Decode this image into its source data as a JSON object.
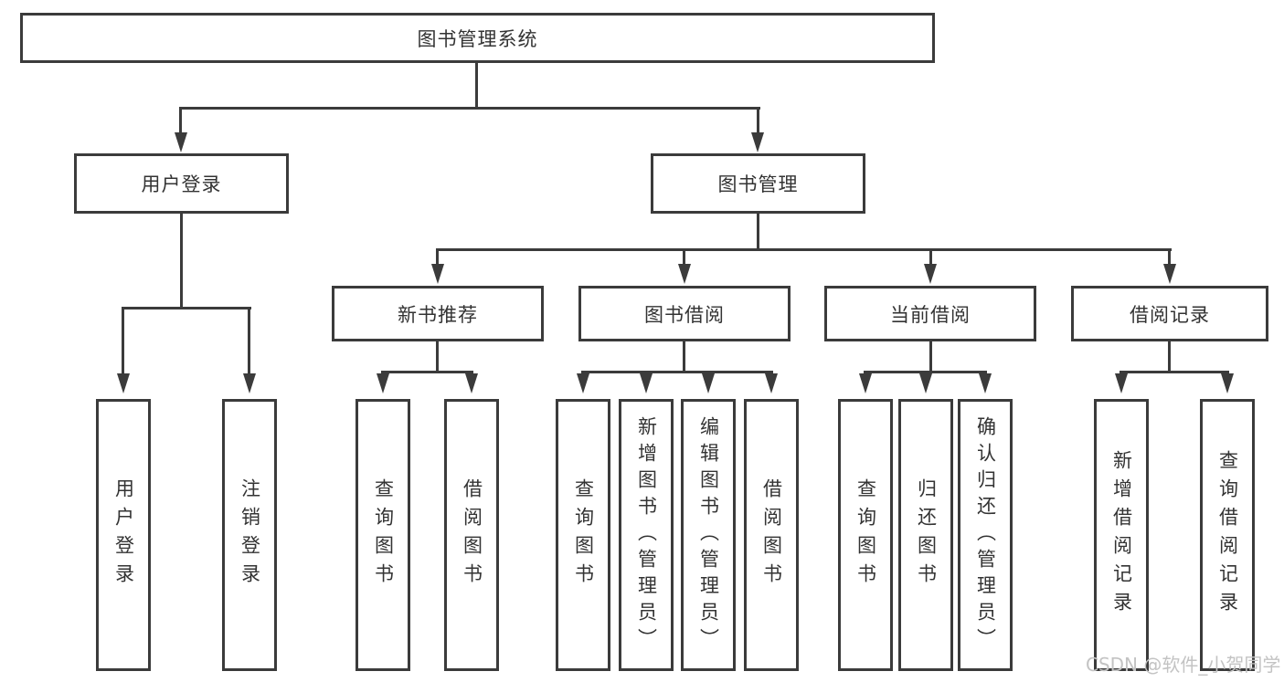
{
  "diagram": {
    "root": {
      "label": "图书管理系统"
    },
    "level2": [
      {
        "label": "用户登录"
      },
      {
        "label": "图书管理"
      }
    ],
    "level3": [
      {
        "label": "新书推荐",
        "parent": "图书管理"
      },
      {
        "label": "图书借阅",
        "parent": "图书管理"
      },
      {
        "label": "当前借阅",
        "parent": "图书管理"
      },
      {
        "label": "借阅记录",
        "parent": "图书管理"
      }
    ],
    "leaves": [
      {
        "label": "用户登录",
        "parent": "用户登录"
      },
      {
        "label": "注销登录",
        "parent": "用户登录"
      },
      {
        "label": "查询图书",
        "parent": "新书推荐"
      },
      {
        "label": "借阅图书",
        "parent": "新书推荐"
      },
      {
        "label": "查询图书",
        "parent": "图书借阅"
      },
      {
        "label": "新增图书（管理员）",
        "parent": "图书借阅"
      },
      {
        "label": "编辑图书（管理员）",
        "parent": "图书借阅"
      },
      {
        "label": "借阅图书",
        "parent": "图书借阅"
      },
      {
        "label": "查询图书",
        "parent": "当前借阅"
      },
      {
        "label": "归还图书",
        "parent": "当前借阅"
      },
      {
        "label": "确认归还（管理员）",
        "parent": "当前借阅"
      },
      {
        "label": "新增借阅记录",
        "parent": "借阅记录"
      },
      {
        "label": "查询借阅记录",
        "parent": "借阅记录"
      }
    ]
  },
  "watermark": "CSDN @软件_小贺同学",
  "colors": {
    "line": "#3b3b3b",
    "text": "#333333",
    "watermark": "#c3c3c3",
    "background": "#ffffff"
  }
}
